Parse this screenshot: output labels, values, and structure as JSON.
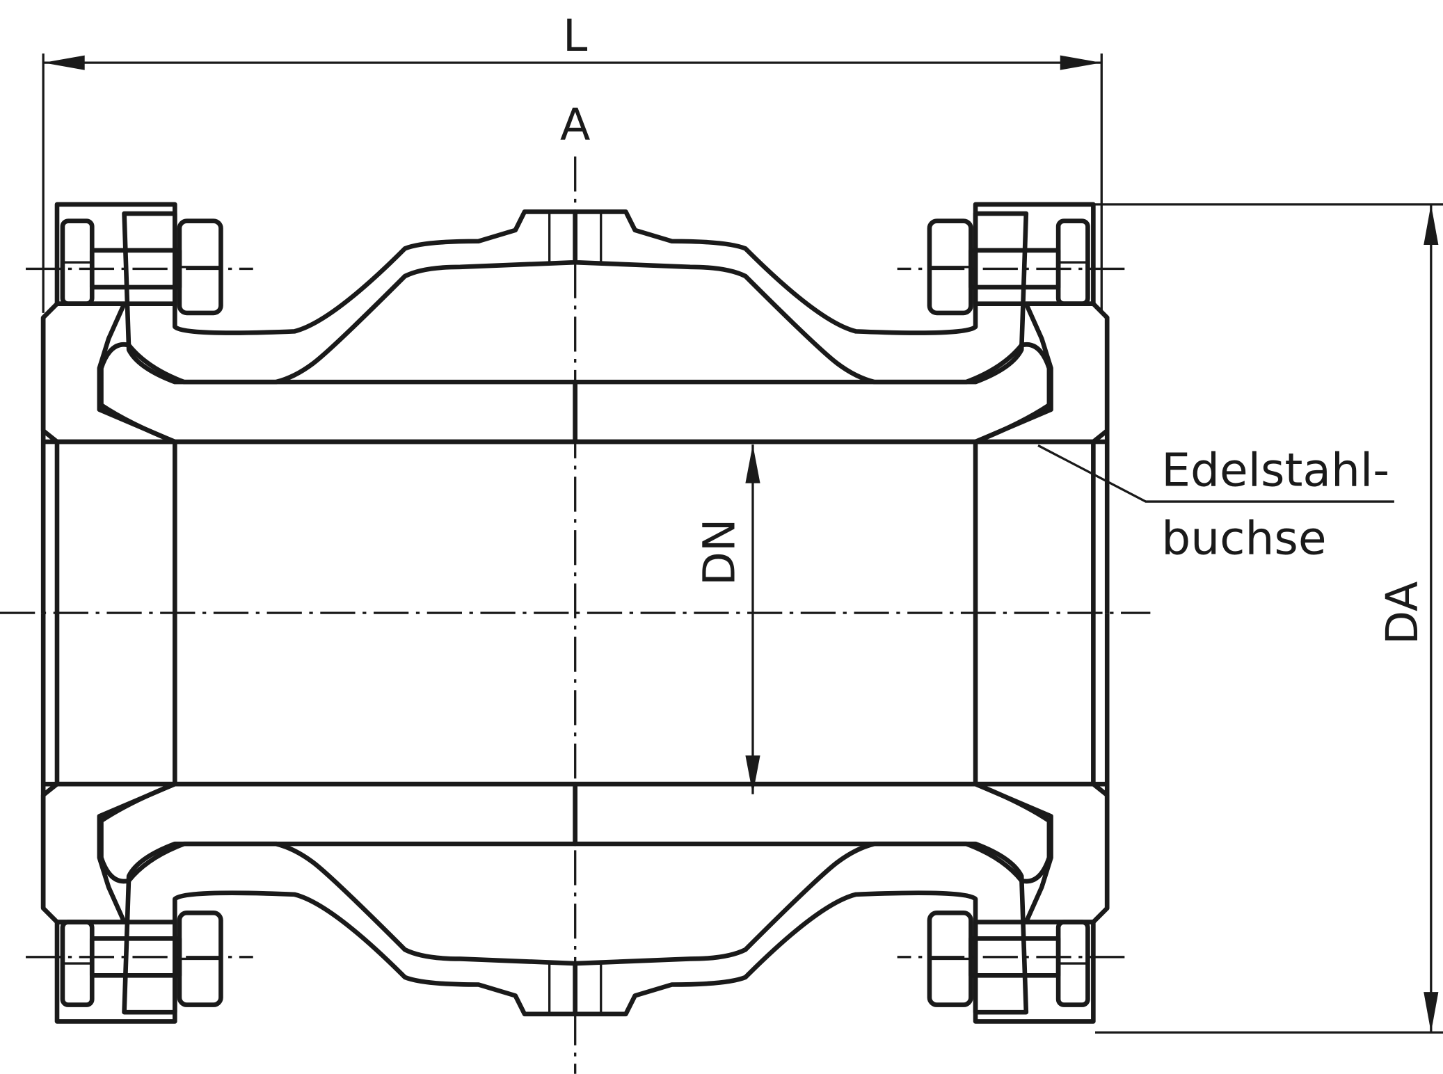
{
  "drawing": {
    "title": "Rubber expansion joint cross-section",
    "dimensions": {
      "length_label": "L",
      "section_label": "A",
      "nominal_diameter_label": "DN",
      "outer_diameter_label": "DA"
    },
    "callouts": [
      {
        "line1": "Edelstahl-",
        "line2": "buchse"
      }
    ],
    "colors": {
      "ink": "#1a1a1a",
      "background": "#ffffff"
    }
  }
}
